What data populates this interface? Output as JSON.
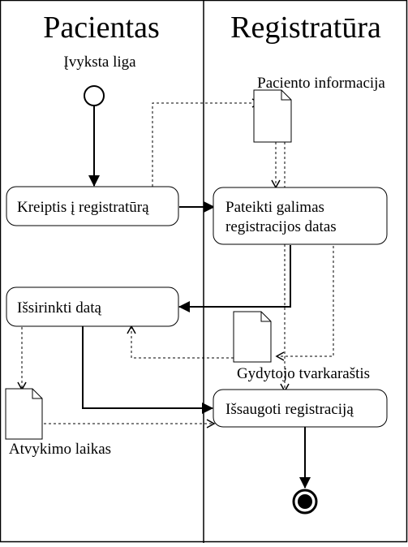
{
  "lanes": {
    "left_title": "Pacientas",
    "right_title": "Registratūra"
  },
  "initial_label": "Įvyksta liga",
  "activities": {
    "kreiptis": "Kreiptis į registratūrą",
    "pateikti_line1": "Pateikti galimas",
    "pateikti_line2": "registracijos datas",
    "issirinkti": "Išsirinkti datą",
    "issaugoti": "Išsaugoti registraciją"
  },
  "documents": {
    "paciento_informacija": "Paciento informacija",
    "gydytojo_tvarkarastis": "Gydytojo tvarkaraštis",
    "atvykimo_laikas": "Atvykimo laikas"
  }
}
